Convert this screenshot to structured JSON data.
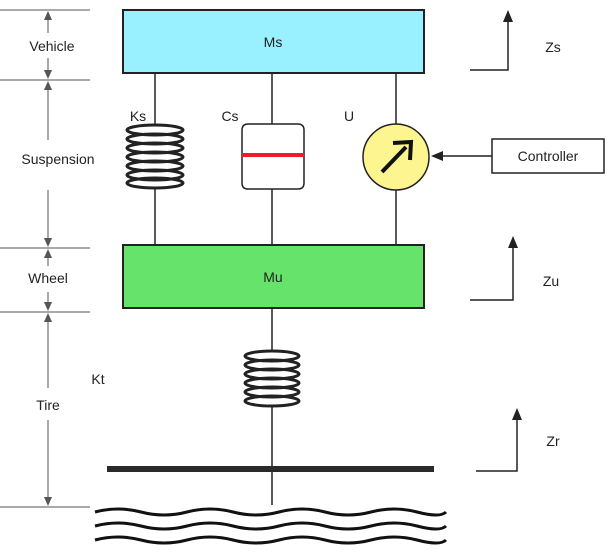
{
  "masses": {
    "sprung": "Ms",
    "unsprung": "Mu",
    "sprung_color": "#99f1ff",
    "unsprung_color": "#66e36b"
  },
  "suspension": {
    "spring_label": "Ks",
    "damper_label": "Cs",
    "actuator_label": "U",
    "actuator_color": "#fdf58f",
    "damper_mark_color": "#ee1c24"
  },
  "tire": {
    "spring_label": "Kt"
  },
  "controller": {
    "label": "Controller"
  },
  "regions": {
    "vehicle": "Vehicle",
    "suspension": "Suspension",
    "wheel": "Wheel",
    "tire": "Tire"
  },
  "displacements": {
    "zs": "Zs",
    "zu": "Zu",
    "zr": "Zr"
  },
  "icons": {
    "actuator": "diagonal-arrow-icon",
    "road": "road-wave-icon"
  }
}
